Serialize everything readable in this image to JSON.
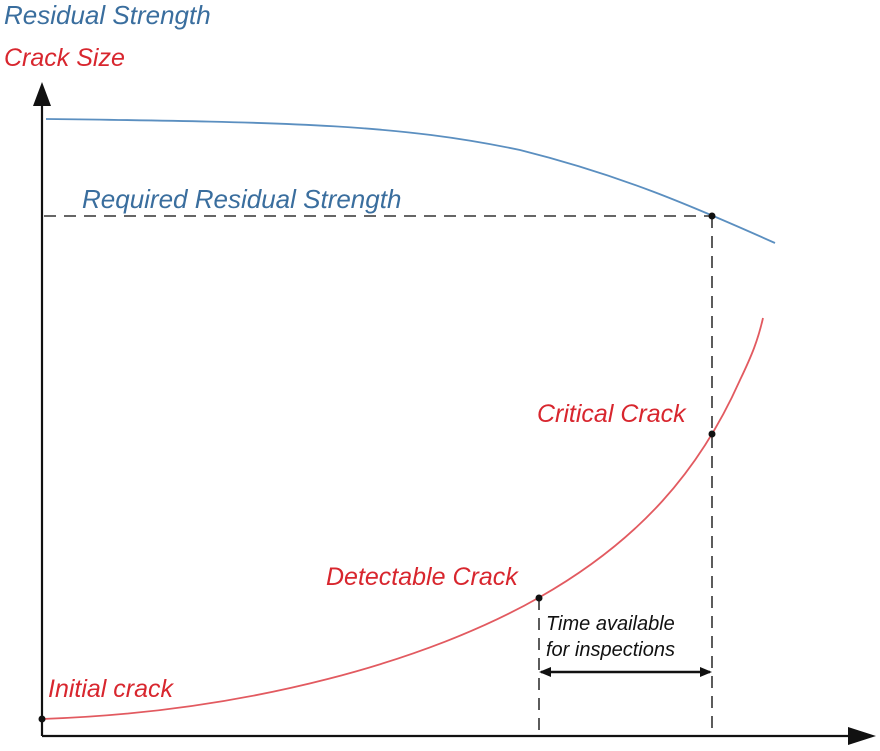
{
  "diagram": {
    "axis_label_strength": "Residual Strength",
    "axis_label_crack": "Crack Size",
    "required_strength_label": "Required Residual Strength",
    "critical_crack_label": "Critical Crack",
    "detectable_crack_label": "Detectable Crack",
    "initial_crack_label": "Initial crack",
    "interval_label_line1": "Time available",
    "interval_label_line2": "for inspections",
    "colors": {
      "strength": "#3a6e9e",
      "crack": "#d8262e",
      "strength_curve": "#5b8fc0",
      "crack_curve": "#e25a60",
      "axes": "#111111",
      "guides": "#333333"
    }
  }
}
